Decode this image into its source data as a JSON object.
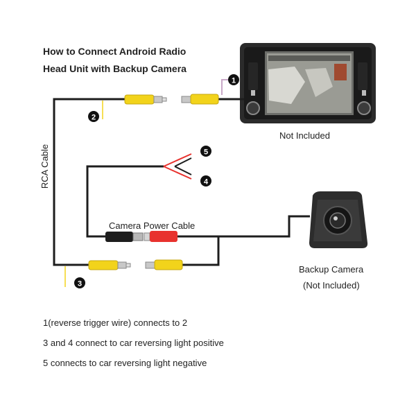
{
  "title_lines": [
    "How to Connect Android Radio",
    "Head Unit with Backup Camera"
  ],
  "labels": {
    "not_included": "Not Included",
    "rca_cable": "RCA Cable",
    "camera_power_cable": "Camera Power Cable",
    "backup_camera": "Backup Camera",
    "backup_camera_note": "(Not Included)"
  },
  "markers": [
    "1",
    "2",
    "3",
    "4",
    "5"
  ],
  "notes": [
    "1(reverse trigger wire) connects to 2",
    "3 and 4 connect to car reversing light positive",
    "5 connects to car reversing light negative"
  ],
  "colors": {
    "rca_yellow": "#f2d31b",
    "power_red": "#e8322e",
    "cable_black": "#1d1d1d",
    "trigger_wire": "#c9a8c8"
  }
}
